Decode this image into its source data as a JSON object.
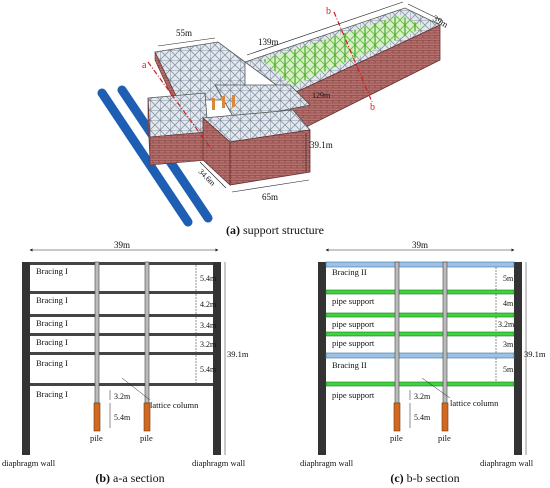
{
  "structure": {
    "dims": {
      "d55": "55m",
      "d139": "139m",
      "d39": "39m",
      "d129": "129m",
      "d39_1": "39.1m",
      "d34_6": "34.6m",
      "d65": "65m",
      "sec_a": "a",
      "sec_b": "b"
    },
    "caption": {
      "letter": "(a)",
      "text": " support structure"
    },
    "colors": {
      "brick": "#a85a5a",
      "steel": "#b9c3cf",
      "green": "#7dd35a",
      "pipe": "#1e5fb4"
    }
  },
  "section_a": {
    "width_dim": "39m",
    "depth_dim": "39.1m",
    "levels": [
      {
        "label": "Bracing I",
        "dim": "5.4m"
      },
      {
        "label": "Bracing I",
        "dim": "4.2m"
      },
      {
        "label": "Bracing I",
        "dim": "3.4m"
      },
      {
        "label": "Bracing I",
        "dim": "3.2m"
      },
      {
        "label": "Bracing I",
        "dim": "5.4m"
      },
      {
        "label": "Bracing I",
        "dim": ""
      }
    ],
    "pile_dims": [
      "3.2m",
      "5.4m"
    ],
    "lattice_label": "lattice column",
    "pile_label": "pile",
    "wall_label": "diaphragm wall",
    "caption": {
      "letter": "(b)",
      "text": " a-a section"
    }
  },
  "section_b": {
    "width_dim": "39m",
    "depth_dim": "39.1m",
    "levels": [
      {
        "label": "Bracing II",
        "dim": "5m"
      },
      {
        "label": "pipe support",
        "dim": "4m"
      },
      {
        "label": "pipe support",
        "dim": "3.2m"
      },
      {
        "label": "pipe support",
        "dim": "3m"
      },
      {
        "label": "",
        "dim": "5m"
      },
      {
        "label": "Bracing II",
        "dim": ""
      },
      {
        "label": "pipe support",
        "dim": ""
      }
    ],
    "pile_dims": [
      "3.2m",
      "5.4m"
    ],
    "lattice_label": "lattice column",
    "pile_label": "pile",
    "wall_label": "diaphragm wall",
    "caption": {
      "letter": "(c)",
      "text": " b-b section"
    },
    "colors": {
      "bracing": "#9cc3e6",
      "pipe": "#3fd33f"
    }
  }
}
